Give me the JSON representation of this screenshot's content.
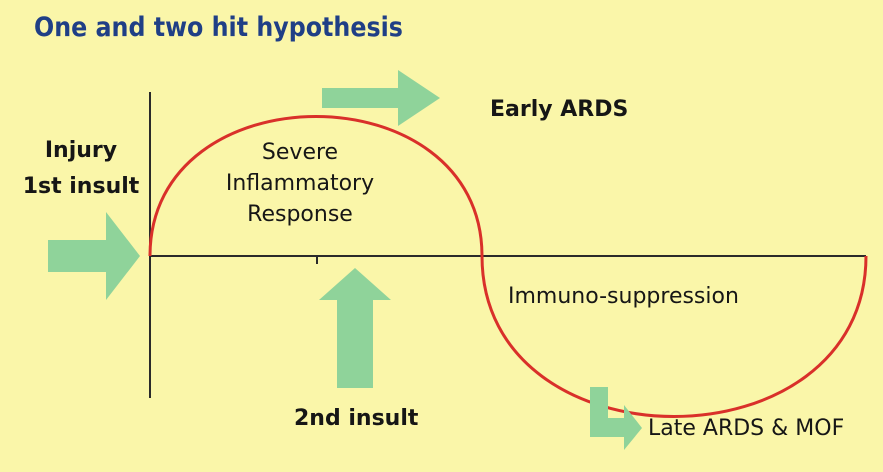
{
  "title": "One and two hit hypothesis",
  "labels": {
    "early_ards": "Early ARDS",
    "injury_line1": "Injury",
    "injury_line2": "1st insult",
    "severe_line1": "Severe",
    "severe_line2": "Inflammatory",
    "severe_line3": "Response",
    "immuno": "Immuno-suppression",
    "second_insult": "2nd insult",
    "late_ards": "Late ARDS & MOF"
  },
  "colors": {
    "background": "#faf6a9",
    "title": "#1f3f86",
    "curve": "#d9302a",
    "arrow": "#8fd39a",
    "axis": "#2a2a2a",
    "text": "#161616"
  }
}
